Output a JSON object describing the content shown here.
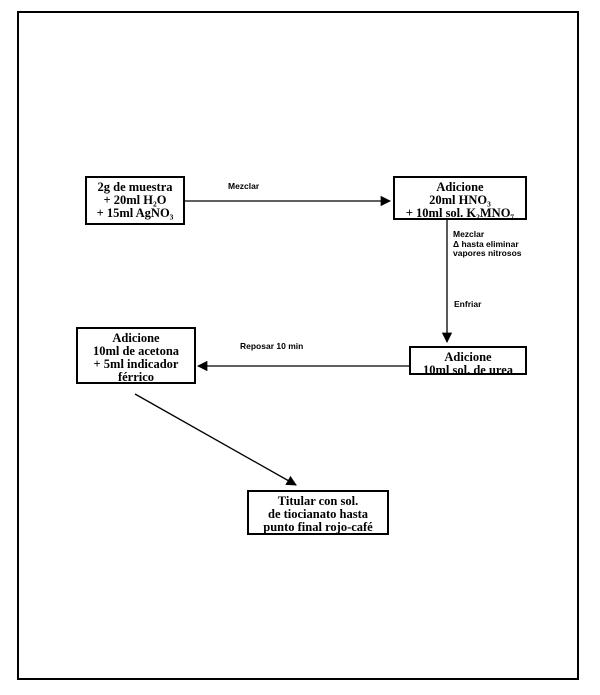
{
  "nodes": {
    "sample": {
      "lines": [
        "2g de muestra",
        "+ 20ml H₂O",
        "+ 15ml AgNO₃"
      ]
    },
    "add_acids": {
      "lines": [
        "Adicione",
        "20ml HNO₃",
        "+ 10ml sol. K₂MNO₇"
      ]
    },
    "add_urea": {
      "lines": [
        "Adicione",
        "10ml sol. de urea"
      ]
    },
    "add_acetone": {
      "lines": [
        "Adicione",
        "10ml de acetona",
        "+ 5ml indicador",
        "férrico"
      ]
    },
    "titrate": {
      "lines": [
        "Titular con sol.",
        "de tiocianato hasta",
        "punto final rojo-café"
      ]
    }
  },
  "labels": {
    "mix": "Mezclar",
    "mix_heat": [
      "Mezclar",
      "Δ hasta eliminar",
      "vapores nitrosos"
    ],
    "cool": "Enfriar",
    "rest": "Reposar 10 min"
  }
}
